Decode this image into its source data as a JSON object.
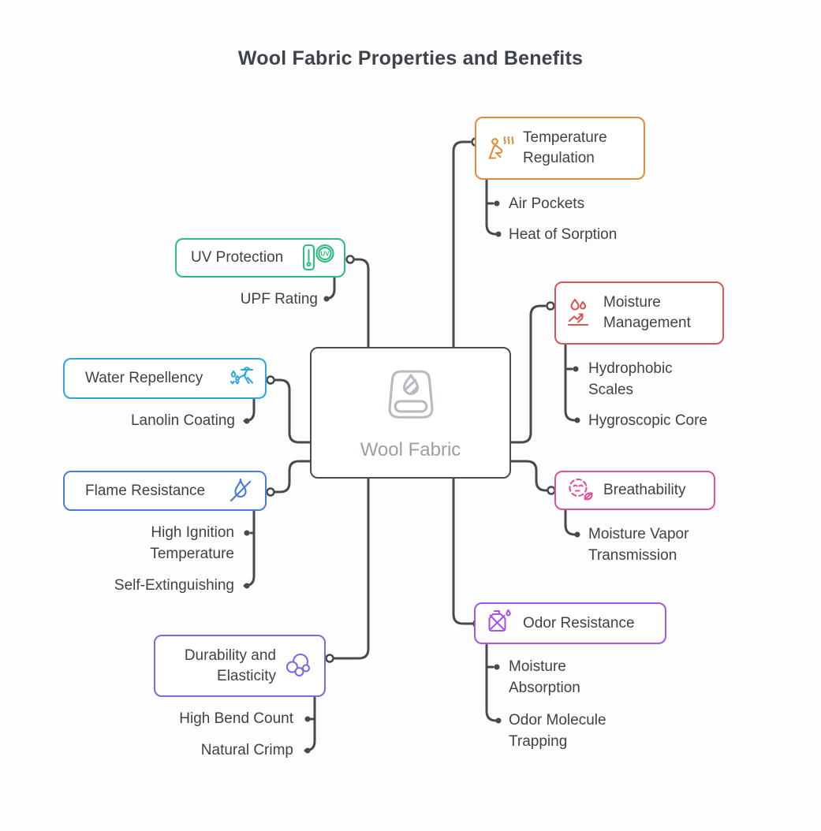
{
  "title": "Wool Fabric Properties and Benefits",
  "colors": {
    "connector": "#46494e",
    "text_dark": "#3e4248",
    "text_muted": "#9aa0a6",
    "center_border": "#4a4e54",
    "center_icon": "#b7bbc0"
  },
  "center": {
    "label": "Wool Fabric",
    "icon": "wool-roll-icon"
  },
  "branches": {
    "temperature_regulation": {
      "label": "Temperature Regulation",
      "color": "#dd8b3e",
      "icon": "heat-person-icon",
      "children": [
        "Air Pockets",
        "Heat of Sorption"
      ]
    },
    "uv_protection": {
      "label": "UV Protection",
      "color": "#2ebd80",
      "icon": "uv-badge-icon",
      "children": [
        "UPF Rating"
      ]
    },
    "moisture_management": {
      "label": "Moisture Management",
      "color": "#dc5454",
      "icon": "droplets-wicking-icon",
      "children": [
        "Hydrophobic Scales",
        "Hygroscopic Core"
      ]
    },
    "water_repellency": {
      "label": "Water Repellency",
      "color": "#2fa7dd",
      "icon": "rain-person-icon",
      "children": [
        "Lanolin Coating"
      ]
    },
    "flame_resistance": {
      "label": "Flame Resistance",
      "color": "#4a7ce0",
      "icon": "flame-off-icon",
      "children": [
        "High Ignition Temperature",
        "Self-Extinguishing"
      ]
    },
    "breathability": {
      "label": "Breathability",
      "color": "#df509f",
      "icon": "breathing-face-leaf-icon",
      "children": [
        "Moisture Vapor Transmission"
      ]
    },
    "odor_resistance": {
      "label": "Odor Resistance",
      "color": "#a855e3",
      "icon": "flask-drop-icon",
      "children": [
        "Moisture Absorption",
        "Odor Molecule Trapping"
      ]
    },
    "durability_elasticity": {
      "label": "Durability and Elasticity",
      "color": "#7c68e8",
      "icon": "bubbles-icon",
      "children": [
        "High Bend Count",
        "Natural Crimp"
      ]
    }
  }
}
